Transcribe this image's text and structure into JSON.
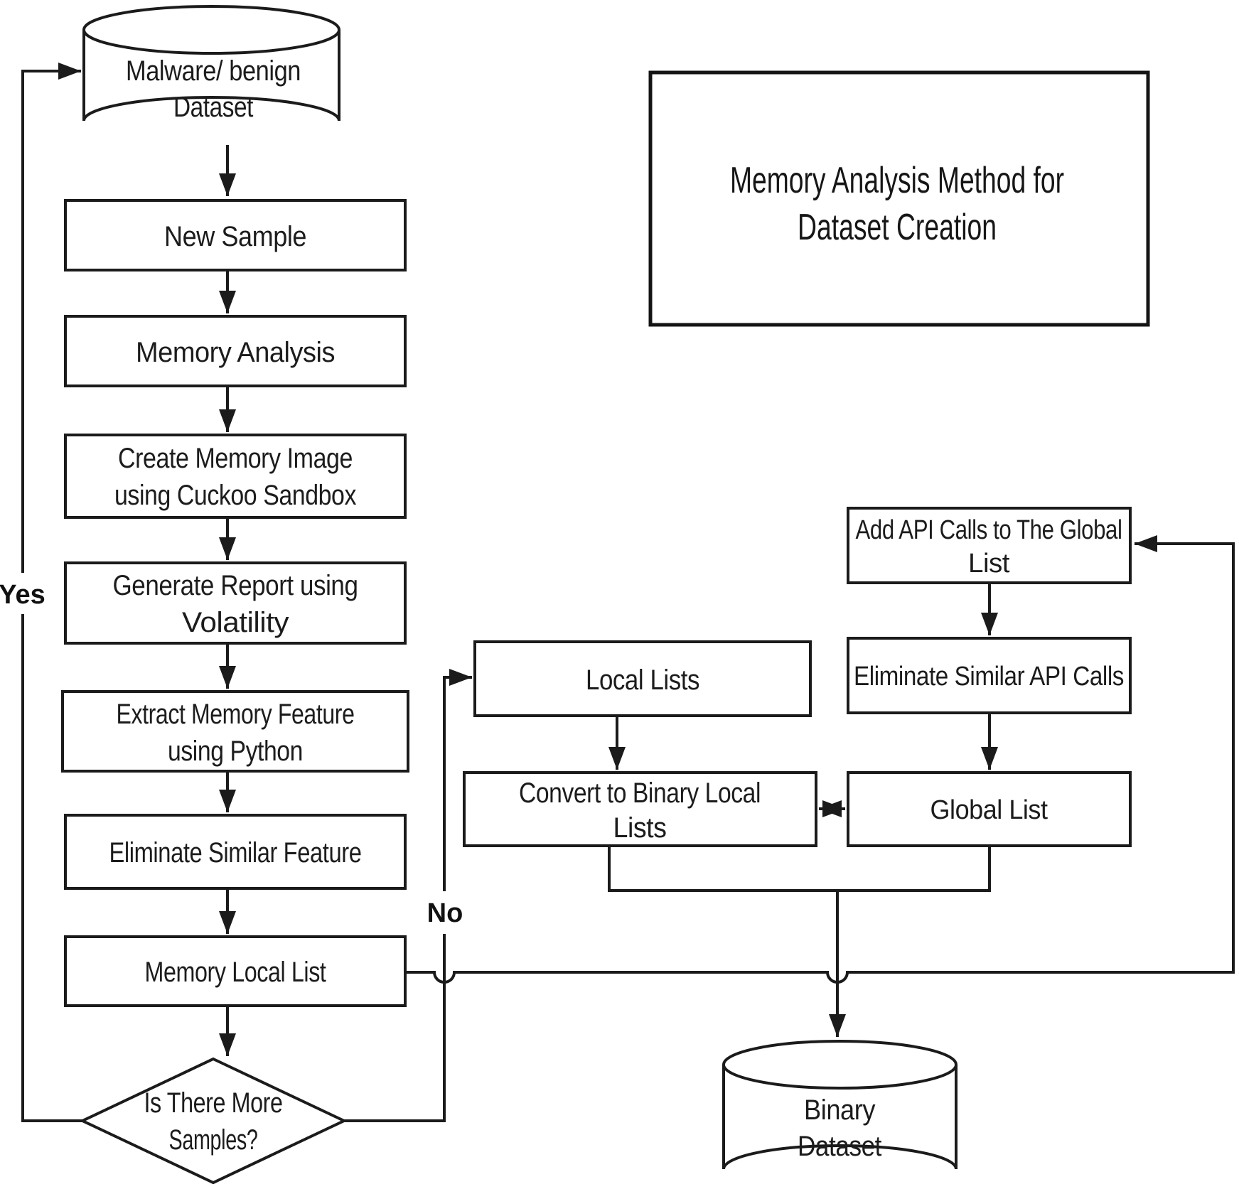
{
  "diagram": {
    "title": {
      "line1": "Memory Analysis Method for",
      "line2": "Dataset Creation"
    },
    "nodes": {
      "source_dataset": {
        "line1": "Malware/ benign",
        "line2": "Dataset"
      },
      "new_sample": {
        "label": "New Sample"
      },
      "memory_analysis": {
        "label": "Memory Analysis"
      },
      "create_memory_image": {
        "line1": "Create Memory Image",
        "line2": "using Cuckoo Sandbox"
      },
      "generate_report": {
        "line1": "Generate Report using",
        "line2": "Volatility"
      },
      "extract_memory_feature": {
        "line1": "Extract Memory Feature",
        "line2": "using Python"
      },
      "eliminate_similar_feature": {
        "label": "Eliminate Similar Feature"
      },
      "memory_local_list": {
        "label": "Memory Local List"
      },
      "more_samples_decision": {
        "line1": "Is There More",
        "line2": "Samples?"
      },
      "local_lists": {
        "label": "Local Lists"
      },
      "convert_binary_local_lists": {
        "line1": "Convert to Binary Local",
        "line2": "Lists"
      },
      "add_api_calls": {
        "line1": "Add API Calls to The Global",
        "line2": "List"
      },
      "eliminate_similar_api_calls": {
        "label": "Eliminate Similar API Calls"
      },
      "global_list": {
        "label": "Global List"
      },
      "binary_dataset": {
        "line1": "Binary",
        "line2": "Dataset"
      }
    },
    "edge_labels": {
      "yes": "Yes",
      "no": "No"
    },
    "colors": {
      "line": "#1b1b1b",
      "text": "#1c1c1c",
      "background": "#ffffff"
    }
  }
}
